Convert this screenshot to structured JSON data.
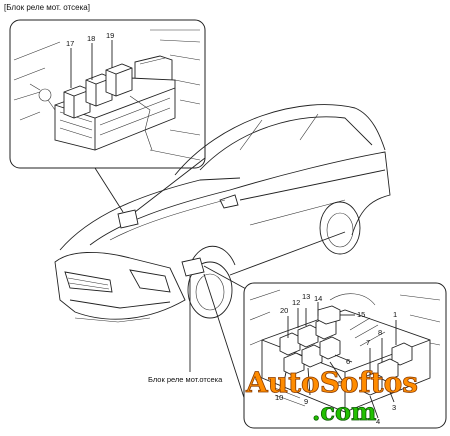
{
  "header": {
    "title": "[Блок реле мот. отсека]"
  },
  "bottom_label": "Блок реле мот.отсека",
  "watermark": {
    "line1": "AutoSoftos",
    "line2": ".com"
  },
  "top_callouts": [
    "17",
    "18",
    "19"
  ],
  "bottom_callouts": [
    "20",
    "12",
    "13",
    "14",
    "15",
    "1",
    "8",
    "7",
    "6",
    "5",
    "9",
    "10",
    "4",
    "3"
  ],
  "colors": {
    "watermark_orange": "#ff8c00",
    "watermark_green": "#22c000"
  }
}
